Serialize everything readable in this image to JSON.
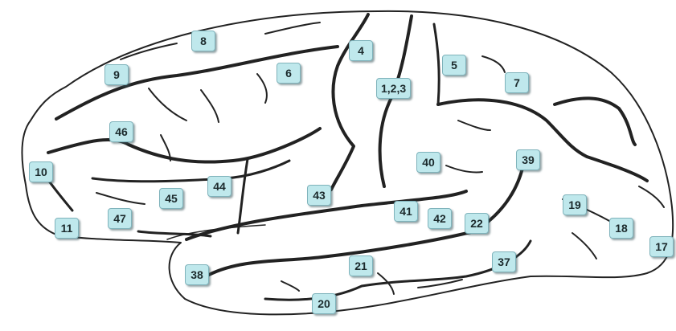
{
  "diagram": {
    "outline_color": "#222222",
    "tag_fill": "#bfe8ec",
    "tag_border": "#7fb3bb",
    "areas": [
      {
        "label": "8"
      },
      {
        "label": "4"
      },
      {
        "label": "9"
      },
      {
        "label": "6"
      },
      {
        "label": "5"
      },
      {
        "label": "1,2,3"
      },
      {
        "label": "7"
      },
      {
        "label": "46"
      },
      {
        "label": "39"
      },
      {
        "label": "40"
      },
      {
        "label": "10"
      },
      {
        "label": "44"
      },
      {
        "label": "43"
      },
      {
        "label": "45"
      },
      {
        "label": "41"
      },
      {
        "label": "19"
      },
      {
        "label": "47"
      },
      {
        "label": "42"
      },
      {
        "label": "22"
      },
      {
        "label": "11"
      },
      {
        "label": "18"
      },
      {
        "label": "17"
      },
      {
        "label": "21"
      },
      {
        "label": "37"
      },
      {
        "label": "38"
      },
      {
        "label": "20"
      }
    ]
  }
}
